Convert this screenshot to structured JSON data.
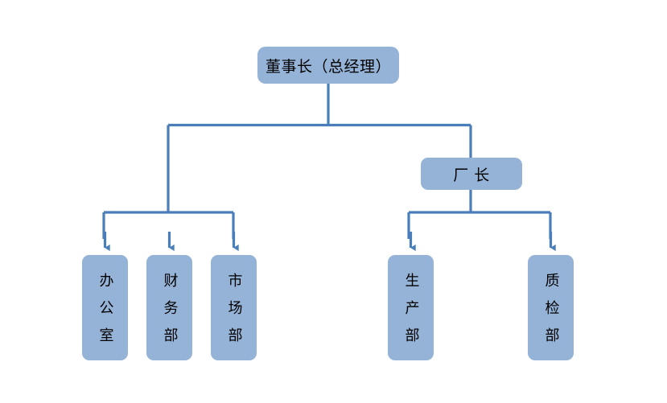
{
  "diagram": {
    "type": "org-chart",
    "title": "",
    "background_color": "#ffffff",
    "node_fill_color": "#95b3d7",
    "connector_color": "#4a7ebb",
    "text_color": "#000000",
    "nodes": [
      {
        "id": "chairman",
        "label": "董事长（总经理）",
        "level": 1,
        "orientation": "horizontal"
      },
      {
        "id": "plant_manager",
        "label": "厂 长",
        "level": 2,
        "orientation": "horizontal"
      },
      {
        "id": "office",
        "label": "办公室",
        "level": 3,
        "orientation": "vertical"
      },
      {
        "id": "finance",
        "label": "财务部",
        "level": 3,
        "orientation": "vertical"
      },
      {
        "id": "marketing",
        "label": "市场部",
        "level": 3,
        "orientation": "vertical"
      },
      {
        "id": "production",
        "label": "生产部",
        "level": 3,
        "orientation": "vertical"
      },
      {
        "id": "quality",
        "label": "质检部",
        "level": 3,
        "orientation": "vertical"
      }
    ],
    "edges": [
      {
        "from": "chairman",
        "to": "office",
        "arrow": true
      },
      {
        "from": "chairman",
        "to": "finance",
        "arrow": true
      },
      {
        "from": "chairman",
        "to": "marketing",
        "arrow": true
      },
      {
        "from": "chairman",
        "to": "plant_manager",
        "arrow": false
      },
      {
        "from": "plant_manager",
        "to": "production",
        "arrow": true
      },
      {
        "from": "plant_manager",
        "to": "quality",
        "arrow": true
      }
    ]
  }
}
